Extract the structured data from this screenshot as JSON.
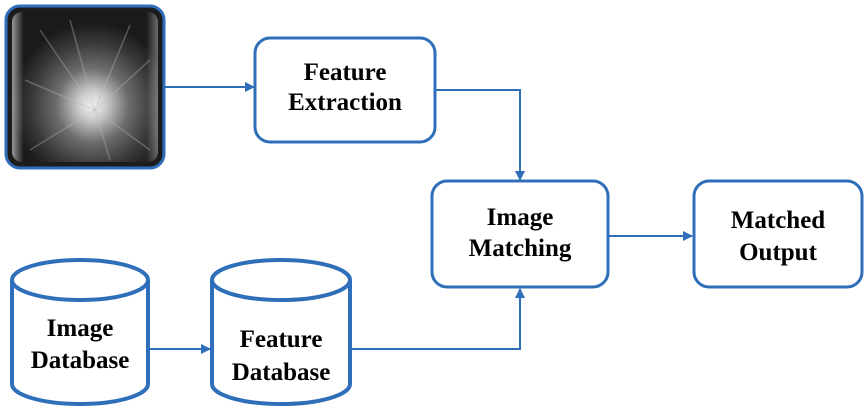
{
  "colors": {
    "stroke": "#2f6fba",
    "box_fill": "#ffffff",
    "image_frame": "#1c1c1c",
    "text": "#000000"
  },
  "input_image": {
    "icon": "mammogram-thumbnail"
  },
  "nodes": {
    "feature_extraction": {
      "line1": "Feature",
      "line2": "Extraction"
    },
    "image_matching": {
      "line1": "Image",
      "line2": "Matching"
    },
    "matched_output": {
      "line1": "Matched",
      "line2": "Output"
    },
    "image_database": {
      "line1": "Image",
      "line2": "Database"
    },
    "feature_database": {
      "line1": "Feature",
      "line2": "Database"
    }
  }
}
